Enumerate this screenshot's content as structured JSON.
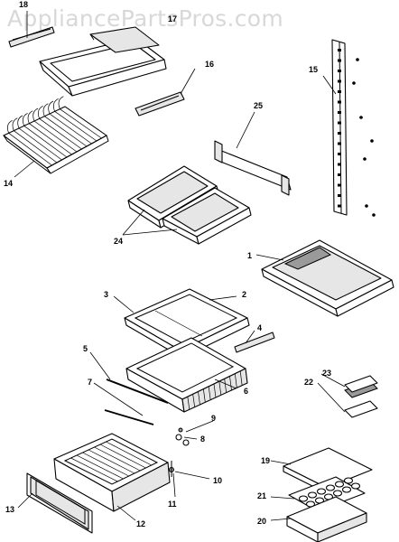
{
  "watermark": "AppliancePartsPros.com",
  "callouts": {
    "c1": "1",
    "c2": "2",
    "c3": "3",
    "c4": "4",
    "c5": "5",
    "c6": "6",
    "c7": "7",
    "c8": "8",
    "c9": "9",
    "c10": "10",
    "c11": "11",
    "c12": "12",
    "c13": "13",
    "c14": "14",
    "c15": "15",
    "c16": "16",
    "c17": "17",
    "c18": "18",
    "c19": "19",
    "c20": "20",
    "c21": "21",
    "c22": "22",
    "c23": "23",
    "c24": "24",
    "c25": "25"
  }
}
